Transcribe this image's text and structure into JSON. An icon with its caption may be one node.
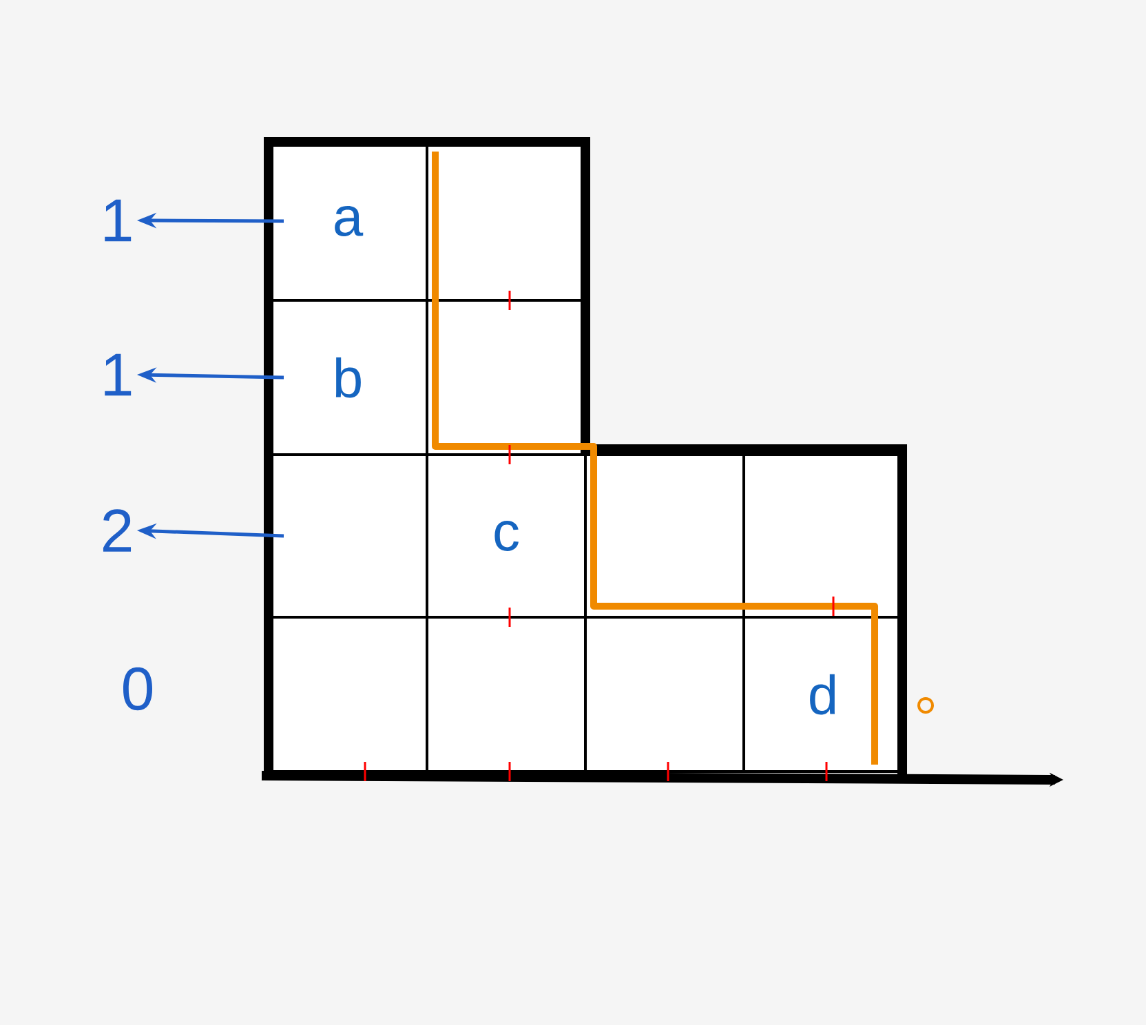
{
  "diagram": {
    "nodes": [
      {
        "text": [
          "1"
        ]
      },
      {
        "text": [
          "a"
        ]
      },
      {
        "text": [],
        "shape": "box"
      },
      {
        "text": [
          "1"
        ]
      },
      {
        "text": [
          "b"
        ]
      },
      {
        "text": [],
        "shape": "box"
      },
      {
        "text": [
          "2"
        ]
      },
      {
        "text": [],
        "shape": "box"
      },
      {
        "text": [
          "c"
        ]
      },
      {
        "text": [],
        "shape": "box"
      },
      {
        "text": [],
        "shape": "box"
      },
      {
        "text": [],
        "shape": "box"
      },
      {
        "text": [],
        "shape": "box"
      },
      {
        "text": [],
        "shape": "box"
      },
      {
        "text": [
          "d"
        ]
      }
    ],
    "edges": [
      {
        "from": 1,
        "to": 0,
        "arrow": "to"
      },
      {
        "from": 4,
        "to": 3,
        "arrow": "to"
      },
      {
        "from": 7,
        "to": 6,
        "arrow": "to"
      }
    ],
    "labels": [
      "0"
    ]
  }
}
